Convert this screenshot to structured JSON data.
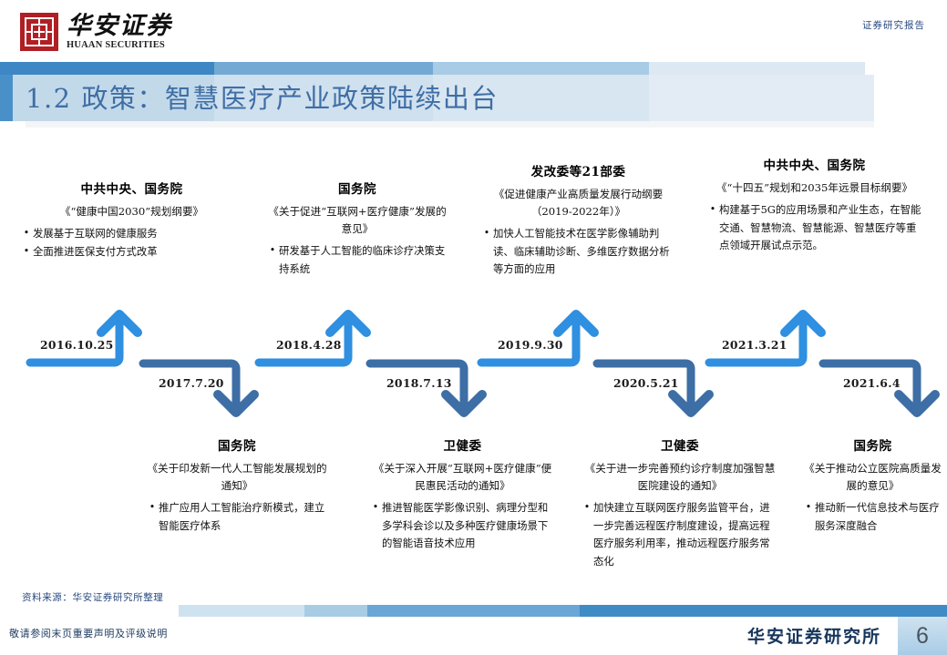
{
  "brand": {
    "logo_cn": "华安证券",
    "logo_en": "HUAAN SECURITIES",
    "logo_color": "#b01f24",
    "report_tag": "证券研究报告"
  },
  "header": {
    "title": "1.2 政策：智慧医疗产业政策陆续出台",
    "title_color": "#3f6ea5",
    "band_colors": [
      "#3c87c4",
      "#74a9d4",
      "#a8cbe6",
      "#dce8f2"
    ]
  },
  "timeline": {
    "up_arrow_color": "#2f8fe0",
    "down_arrow_color": "#3d6ea5",
    "events_top": [
      {
        "date": "2016.10.25",
        "issuer": "中共中央、国务院",
        "document": "《“健康中国2030”规划纲要》",
        "bullets": [
          "发展基于互联网的健康服务",
          "全面推进医保支付方式改革"
        ]
      },
      {
        "date": "2018.4.28",
        "issuer": "国务院",
        "document": "《关于促进“互联网+医疗健康”发展的意见》",
        "bullets": [
          "研发基于人工智能的临床诊疗决策支持系统"
        ]
      },
      {
        "date": "2019.9.30",
        "issuer": "发改委等21部委",
        "document": "《促进健康产业高质量发展行动纲要（2019-2022年）》",
        "bullets": [
          "加快人工智能技术在医学影像辅助判读、临床辅助诊断、多维医疗数据分析等方面的应用"
        ]
      },
      {
        "date": "2021.3.21",
        "issuer": "中共中央、国务院",
        "document": "《“十四五”规划和2035年远景目标纲要》",
        "bullets": [
          "构建基于5G的应用场景和产业生态，在智能交通、智慧物流、智慧能源、智慧医疗等重点领域开展试点示范。"
        ]
      }
    ],
    "events_bottom": [
      {
        "date": "2017.7.20",
        "issuer": "国务院",
        "document": "《关于印发新一代人工智能发展规划的通知》",
        "bullets": [
          "推广应用人工智能治疗新模式，建立智能医疗体系"
        ]
      },
      {
        "date": "2018.7.13",
        "issuer": "卫健委",
        "document": "《关于深入开展“互联网+医疗健康”便民惠民活动的通知》",
        "bullets": [
          "推进智能医学影像识别、病理分型和多学科会诊以及多种医疗健康场景下的智能语音技术应用"
        ]
      },
      {
        "date": "2020.5.21",
        "issuer": "卫健委",
        "document": "《关于进一步完善预约诊疗制度加强智慧医院建设的通知》",
        "bullets": [
          "加快建立互联网医疗服务监管平台，进一步完善远程医疗制度建设，提高远程医疗服务利用率，推动远程医疗服务常态化"
        ]
      },
      {
        "date": "2021.6.4",
        "issuer": "国务院",
        "document": "《关于推动公立医院高质量发展的意见》",
        "bullets": [
          "推动新一代信息技术与医疗服务深度融合"
        ]
      }
    ]
  },
  "footer": {
    "source_note": "资料来源：华安证券研究所整理",
    "disclaimer": "敬请参阅末页重要声明及评级说明",
    "brand": "华安证券研究所",
    "page_number": "6"
  }
}
